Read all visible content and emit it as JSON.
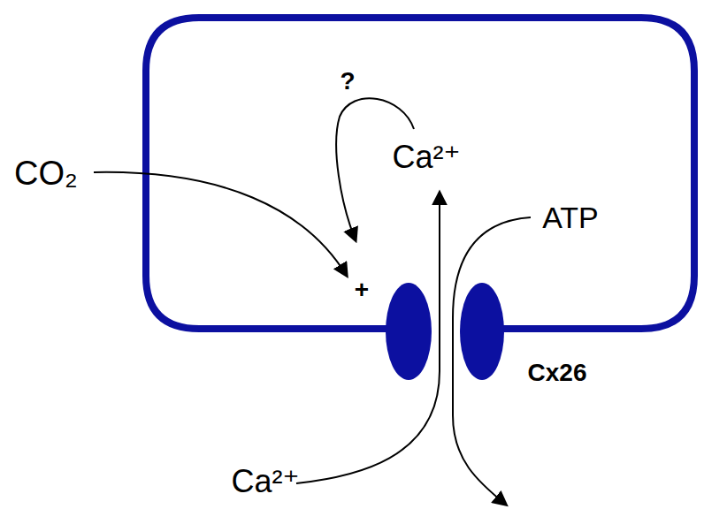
{
  "diagram": {
    "labels": [
      "CO₂",
      "?",
      "Ca²⁺",
      "ATP",
      "+",
      "Cx26",
      "Ca²⁺"
    ]
  }
}
